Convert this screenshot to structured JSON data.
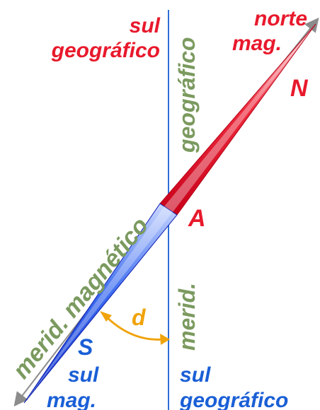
{
  "labels": {
    "top_left": [
      "sul",
      "geográfico"
    ],
    "top_right": [
      "norte",
      "mag."
    ],
    "north_pole": "N",
    "pivot": "A",
    "south_pole": "S",
    "angle": "d",
    "bottom_left": [
      "sul",
      "mag."
    ],
    "bottom_right": [
      "sul",
      "geográfico"
    ],
    "vertical_upper": "geográfico",
    "vertical_lower": "merid.",
    "diagonal": "merid. magnético"
  },
  "colors": {
    "north": "#e8192c",
    "south": "#1a5fd6",
    "meridian_text": "#7b9a5f",
    "angle_arc": "#f0a30a",
    "meridian_line": "#2d6fd8",
    "arrow": "#8c8c8c"
  }
}
